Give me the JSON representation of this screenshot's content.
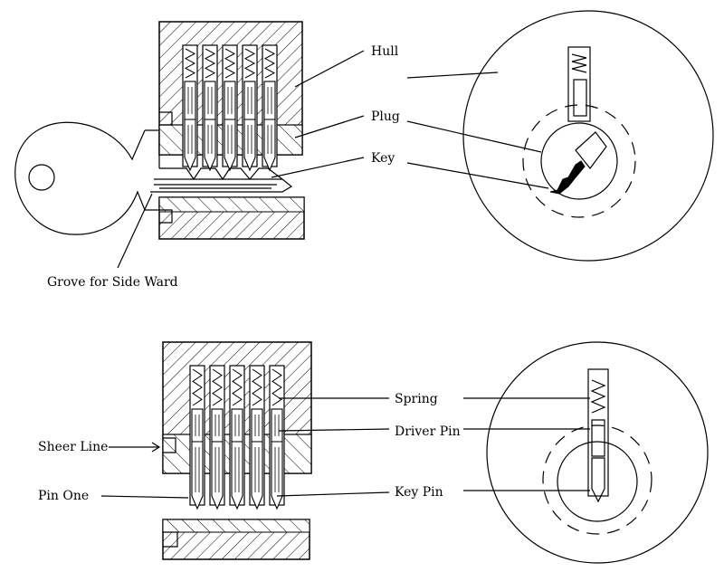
{
  "labels": {
    "hull": "Hull",
    "plug": "Plug",
    "key": "Key",
    "grove": "Grove for Side Ward",
    "spring": "Spring",
    "driver_pin": "Driver Pin",
    "key_pin": "Key Pin",
    "sheer_line": "Sheer Line",
    "pin_one": "Pin One"
  }
}
